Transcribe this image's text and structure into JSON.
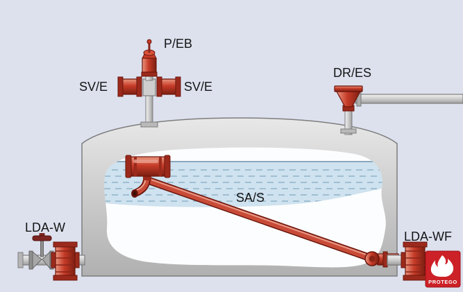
{
  "labels": {
    "peb": "P/EB",
    "sve_left": "SV/E",
    "sve_right": "SV/E",
    "dres": "DR/ES",
    "sas": "SA/S",
    "lda_w": "LDA-W",
    "lda_wf": "LDA-WF"
  },
  "logo": {
    "brand": "PROTEGO"
  },
  "colors": {
    "background": "#dde1ee",
    "device_red": "#c63b28",
    "device_red_dark": "#7c1f12",
    "tank_gray": "#c6c6c6",
    "liquid_blue": "#cfe2ef",
    "logo_red": "#cc2127"
  }
}
